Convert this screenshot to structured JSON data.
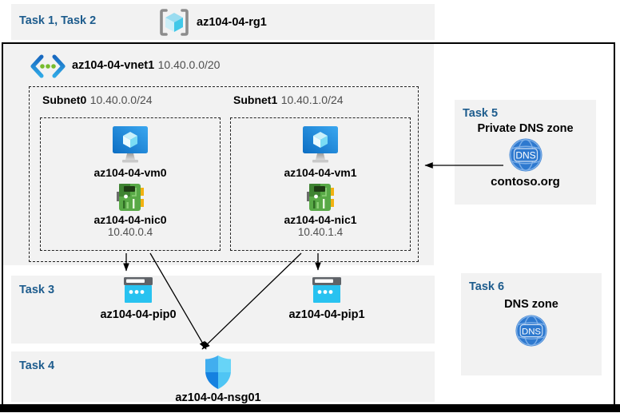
{
  "tasks12": {
    "label": "Task 1, Task 2",
    "rg_name": "az104-04-rg1"
  },
  "vnet": {
    "name": "az104-04-vnet1",
    "cidr": "10.40.0.0/20",
    "subnets": [
      {
        "name": "Subnet0",
        "cidr": "10.40.0.0/24",
        "vm": "az104-04-vm0",
        "nic": "az104-04-nic0",
        "ip": "10.40.0.4"
      },
      {
        "name": "Subnet1",
        "cidr": "10.40.1.0/24",
        "vm": "az104-04-vm1",
        "nic": "az104-04-nic1",
        "ip": "10.40.1.4"
      }
    ]
  },
  "task3": {
    "label": "Task 3",
    "pips": [
      "az104-04-pip0",
      "az104-04-pip1"
    ]
  },
  "task4": {
    "label": "Task 4",
    "nsg": "az104-04-nsg01"
  },
  "task5": {
    "label": "Task 5",
    "title": "Private DNS zone",
    "zone": "contoso.org",
    "icon_text": "DNS"
  },
  "task6": {
    "label": "Task 6",
    "title": "DNS zone",
    "icon_text": "DNS"
  },
  "colors": {
    "task-label": "#1d5c8d",
    "panel-bg": "#f2f2f2",
    "muted-text": "#4d4d4d",
    "frame-border": "#000000",
    "dns-blue": "#2e79cf",
    "pip-cyan": "#28c2f0",
    "nic-green": "#58a946",
    "dot-green": "#76bc2d"
  }
}
